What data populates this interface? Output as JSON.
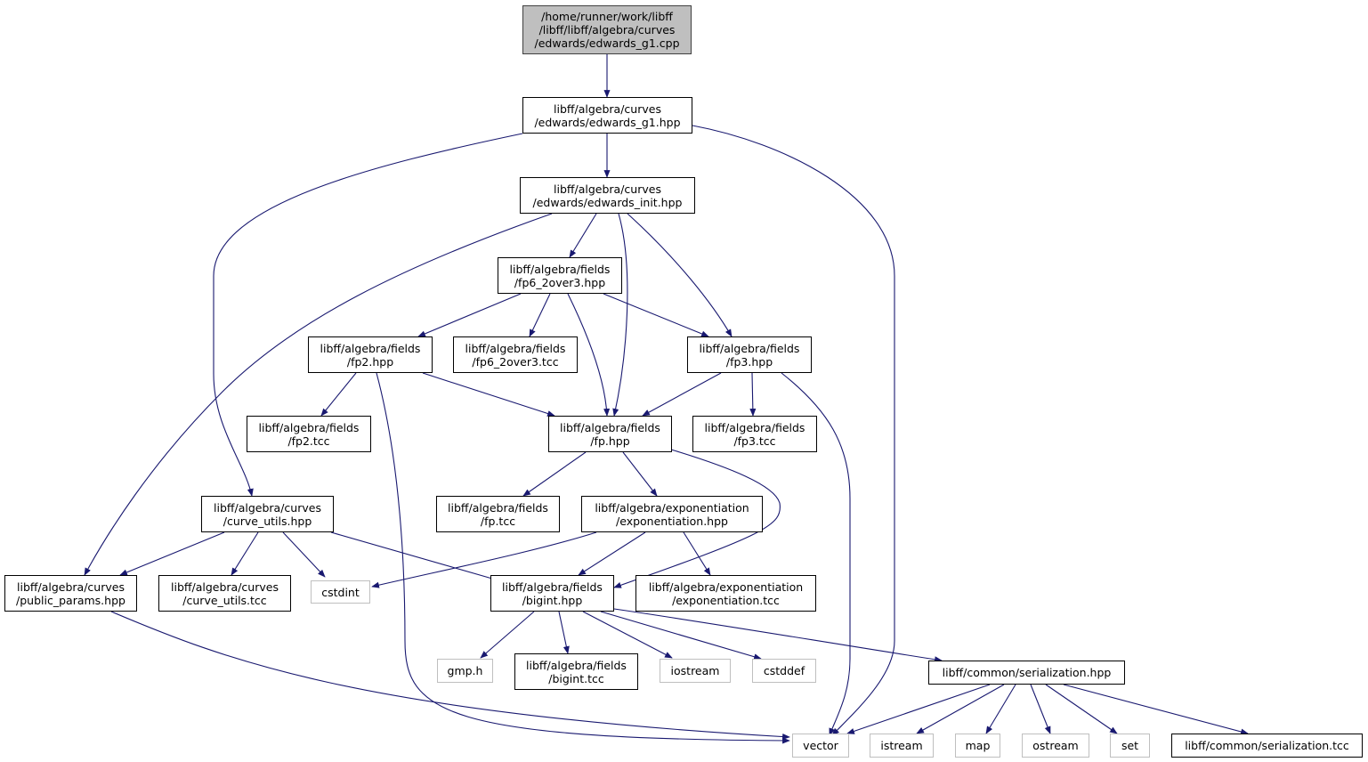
{
  "colors": {
    "edge": "#191970",
    "root_fill": "#bfbfbf",
    "external_border": "#bfbfbf",
    "node_border": "#000000"
  },
  "nodes": {
    "root": [
      "/home/runner/work/libff",
      "/libff/libff/algebra/curves",
      "/edwards/edwards_g1.cpp"
    ],
    "edwards_g1_hpp": [
      "libff/algebra/curves",
      "/edwards/edwards_g1.hpp"
    ],
    "edwards_init_hpp": [
      "libff/algebra/curves",
      "/edwards/edwards_init.hpp"
    ],
    "fp6_2over3_hpp": [
      "libff/algebra/fields",
      "/fp6_2over3.hpp"
    ],
    "fp2_hpp": [
      "libff/algebra/fields",
      "/fp2.hpp"
    ],
    "fp6_2over3_tcc": [
      "libff/algebra/fields",
      "/fp6_2over3.tcc"
    ],
    "fp3_hpp": [
      "libff/algebra/fields",
      "/fp3.hpp"
    ],
    "fp2_tcc": [
      "libff/algebra/fields",
      "/fp2.tcc"
    ],
    "fp_hpp": [
      "libff/algebra/fields",
      "/fp.hpp"
    ],
    "fp3_tcc": [
      "libff/algebra/fields",
      "/fp3.tcc"
    ],
    "curve_utils_hpp": [
      "libff/algebra/curves",
      "/curve_utils.hpp"
    ],
    "fp_tcc": [
      "libff/algebra/fields",
      "/fp.tcc"
    ],
    "exponentiation_hpp": [
      "libff/algebra/exponentiation",
      "/exponentiation.hpp"
    ],
    "public_params_hpp": [
      "libff/algebra/curves",
      "/public_params.hpp"
    ],
    "curve_utils_tcc": [
      "libff/algebra/curves",
      "/curve_utils.tcc"
    ],
    "cstdint": [
      "cstdint"
    ],
    "bigint_hpp": [
      "libff/algebra/fields",
      "/bigint.hpp"
    ],
    "exponentiation_tcc": [
      "libff/algebra/exponentiation",
      "/exponentiation.tcc"
    ],
    "gmp_h": [
      "gmp.h"
    ],
    "bigint_tcc": [
      "libff/algebra/fields",
      "/bigint.tcc"
    ],
    "iostream": [
      "iostream"
    ],
    "cstddef": [
      "cstddef"
    ],
    "serialization_hpp": [
      "libff/common/serialization.hpp"
    ],
    "vector": [
      "vector"
    ],
    "istream": [
      "istream"
    ],
    "map": [
      "map"
    ],
    "ostream": [
      "ostream"
    ],
    "set": [
      "set"
    ],
    "serialization_tcc": [
      "libff/common/serialization.tcc"
    ]
  }
}
